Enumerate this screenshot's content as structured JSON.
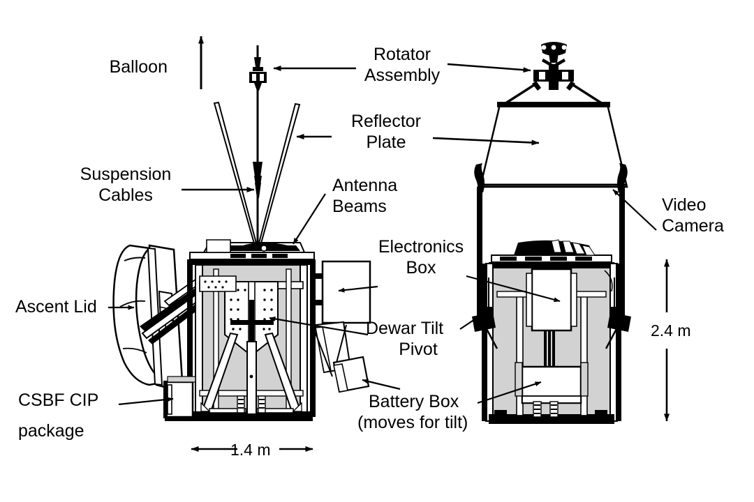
{
  "figure": {
    "kind": "engineering-line-drawing",
    "subject": "Balloon-borne telescope gondola, two orthogonal views",
    "background_color": "#ffffff",
    "line_color": "#000000",
    "fill_gray": "#d2d2d2",
    "fill_white": "#ffffff"
  },
  "labels": {
    "balloon": "Balloon",
    "rotator_assembly_l1": "Rotator",
    "rotator_assembly_l2": "Assembly",
    "reflector_plate_l1": "Reflector",
    "reflector_plate_l2": "Plate",
    "suspension_cables_l1": "Suspension",
    "suspension_cables_l2": "Cables",
    "antenna_beams_l1": "Antenna",
    "antenna_beams_l2": "Beams",
    "video_camera_l1": "Video",
    "video_camera_l2": "Camera",
    "electronics_box_l1": "Electronics",
    "electronics_box_l2": "Box",
    "dewar_tilt_pivot_l1": "Dewar Tilt",
    "dewar_tilt_pivot_l2": "Pivot",
    "ascent_lid": "Ascent Lid",
    "csbf_cip_l1": "CSBF CIP",
    "csbf_cip_l2": "package",
    "battery_box_l1": "Battery Box",
    "battery_box_l2": "(moves for tilt)"
  },
  "dimensions": {
    "width_label": "1.4 m",
    "height_label": "2.4 m",
    "width_value": 1.4,
    "height_value": 2.4,
    "units": "m"
  },
  "views": {
    "left": {
      "name": "side-view",
      "components": [
        "ascent-lid",
        "antenna-beams",
        "dewar",
        "dewar-tilt-pivot",
        "electronics-box",
        "battery-box",
        "csbf-cip-package",
        "suspension-cables",
        "rotator-assembly"
      ]
    },
    "right": {
      "name": "front-view",
      "components": [
        "rotator-assembly",
        "reflector-plate",
        "video-camera",
        "electronics-box",
        "battery-box",
        "suspension-cables"
      ]
    }
  }
}
